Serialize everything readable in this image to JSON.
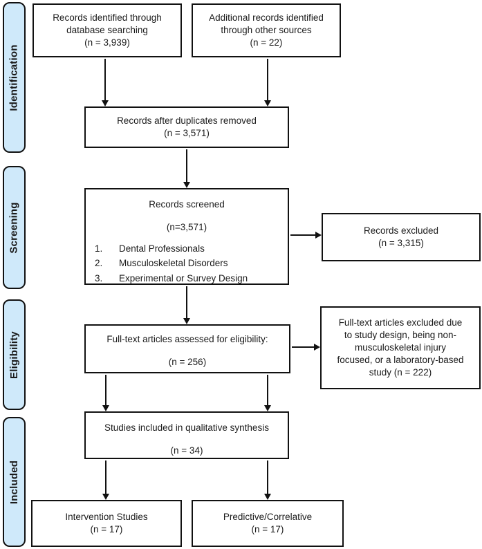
{
  "colors": {
    "stage_fill": "#cfe9fa",
    "line": "#111111"
  },
  "sidebar": {
    "stages": [
      {
        "label": "Identification"
      },
      {
        "label": "Screening"
      },
      {
        "label": "Eligibility"
      },
      {
        "label": "Included"
      }
    ]
  },
  "boxes": {
    "identified_db": {
      "text": "Records identified through\ndatabase searching\n(n = 3,939)"
    },
    "identified_other": {
      "text": "Additional records identified\nthrough other sources\n(n = 22)"
    },
    "after_duplicates": {
      "text": "Records after duplicates removed\n(n = 3,571)"
    },
    "records_screened": {
      "title": "Records screened",
      "count": "(n=3,571)",
      "items": [
        {
          "num": "1.",
          "text": "Dental Professionals"
        },
        {
          "num": "2.",
          "text": "Musculoskeletal Disorders"
        },
        {
          "num": "3.",
          "text": "Experimental or Survey Design"
        }
      ]
    },
    "records_excluded": {
      "text": "Records excluded\n(n = 3,315)"
    },
    "fulltext_assessed": {
      "title": "Full-text articles assessed for eligibility:",
      "count": "(n = 256)"
    },
    "fulltext_excluded": {
      "text": "Full-text articles excluded due\nto study design, being non-\nmusculoskeletal injury\nfocused, or a laboratory-based\nstudy (n = 222)"
    },
    "qualitative": {
      "title": "Studies included in qualitative synthesis",
      "count": "(n = 34)"
    },
    "intervention": {
      "text": "Intervention Studies\n(n = 17)"
    },
    "predictive": {
      "text": "Predictive/Correlative\n(n = 17)"
    }
  }
}
